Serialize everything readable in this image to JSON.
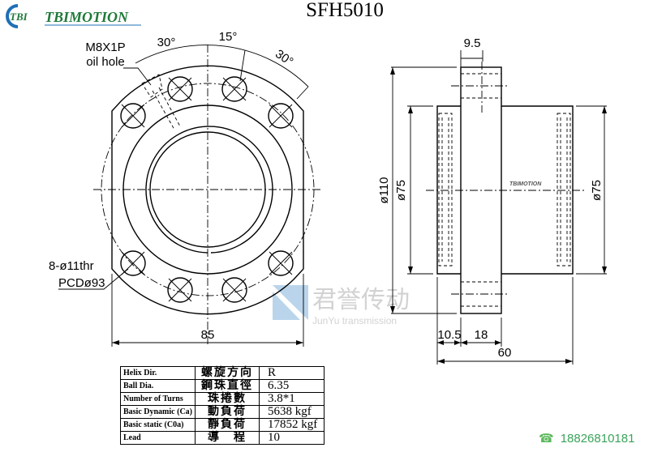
{
  "logo": {
    "badge": "TBI",
    "brand": "TBIMOTION",
    "color": "#1f7a3a",
    "ring_color": "#1f6fb5"
  },
  "title": "SFH5010",
  "front_view": {
    "oil_hole_label_1": "M8X1P",
    "oil_hole_label_2": "oil hole",
    "angle_1": "30°",
    "angle_2": "15°",
    "angle_3": "30°",
    "holes_label_1": "8-ø11thr",
    "holes_label_2": "PCDø93",
    "width_dim": "85"
  },
  "side_view": {
    "flange_dim": "9.5",
    "flange_dia": "ø110",
    "body_dia_left": "ø75",
    "body_dia_right": "ø75",
    "dim_left": "10.5",
    "dim_flange": "18",
    "total_length": "60",
    "stamp": "TBIMOTION"
  },
  "watermark": {
    "cn": "君誉传动",
    "en": "JunYu transmission",
    "color": "#a9cbe6"
  },
  "specs": [
    {
      "en": "Helix  Dir.",
      "cn": "螺旋方向",
      "value": "R"
    },
    {
      "en": "Ball Dia.",
      "cn": "鋼珠直徑",
      "value": "6.35"
    },
    {
      "en": "Number of Turns",
      "cn": "珠捲數",
      "value": "3.8*1"
    },
    {
      "en": "Basic Dynamic (Ca)",
      "cn": "動負荷",
      "value": "5638 kgf"
    },
    {
      "en": "Basic static (C0a)",
      "cn": "靜負荷",
      "value": "17852 kgf"
    },
    {
      "en": "Lead",
      "cn": "導　程",
      "value": "10"
    }
  ],
  "contact": {
    "phone": "18826810181",
    "icon": "telephone-icon",
    "color": "#3aa35a"
  }
}
